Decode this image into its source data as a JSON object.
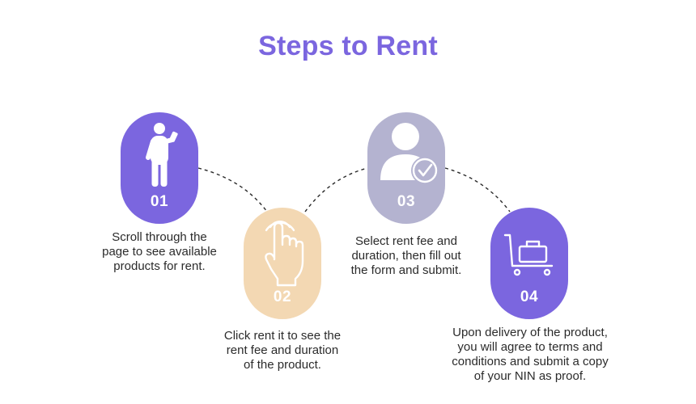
{
  "title": "Steps to Rent",
  "steps": [
    {
      "number": "01",
      "icon": "person-phone-icon",
      "color": "#7b66df",
      "lines": [
        "Scroll through the",
        "page to see available",
        "products for rent."
      ]
    },
    {
      "number": "02",
      "icon": "hand-tap-icon",
      "color": "#f3d8b3",
      "lines": [
        "Click rent it to see the",
        "rent fee and duration",
        "of the product."
      ]
    },
    {
      "number": "03",
      "icon": "user-check-icon",
      "color": "#b4b3d0",
      "lines": [
        "Select rent fee and",
        "duration, then fill out",
        "the form and submit."
      ]
    },
    {
      "number": "04",
      "icon": "luggage-cart-icon",
      "color": "#7b66df",
      "lines": [
        "Upon delivery of the product,",
        "you will agree to terms and",
        "conditions and submit a copy",
        "of your NIN as proof."
      ]
    }
  ]
}
